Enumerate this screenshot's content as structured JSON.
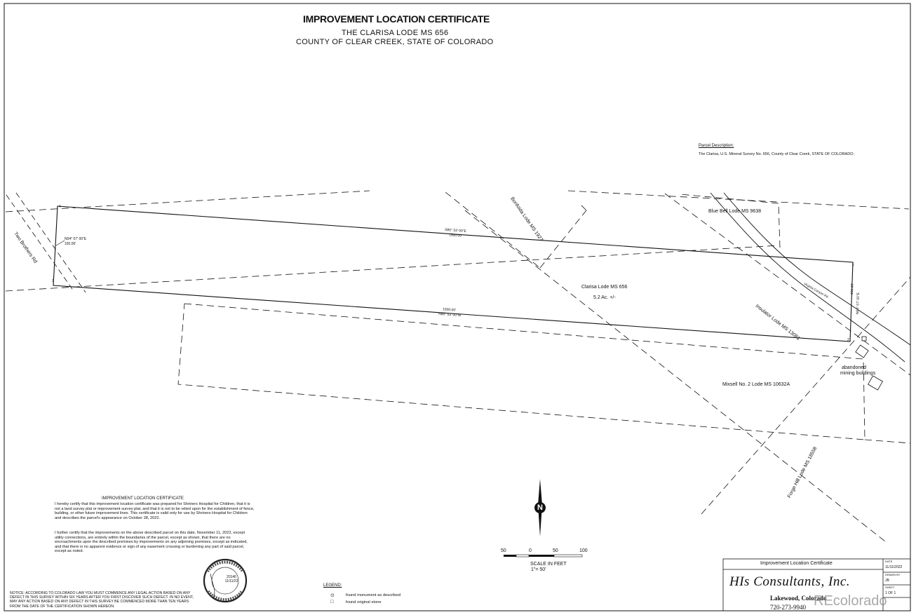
{
  "header": {
    "title": "IMPROVEMENT LOCATION CERTIFICATE",
    "subtitle_1": "THE CLARISA LODE MS 656",
    "subtitle_2": "COUNTY OF CLEAR CREEK, STATE OF COLORADO"
  },
  "parcel_description": {
    "heading": "Parcel Description:",
    "text": "The Clarisa, U.S. Mineral Survey No. 656, County of Clear Creek, STATE OF COLORADO."
  },
  "map_labels": {
    "two_brothers_rd": "Two Brothers Rd",
    "bearing_west_1": "N04° 07' 00\"E",
    "bearing_west_2": "150.00'",
    "bearing_north_1": "S85° 53' 00\"E",
    "bearing_north_2": "1500.00'",
    "bearing_south_1": "1500.00'",
    "bearing_south_2": "N85° 53' 00\"W",
    "bearing_east_1": "150.00'",
    "bearing_east_2": "N04° 07' 00\"E",
    "bonfoida_lode": "Bonfoida Lode MS 1927",
    "blue_bell_lode": "Blue Bell Lode MS 9638",
    "clarisa_lode": "Clarisa Lode MS 656",
    "clarisa_area": "5.2 Ac. +/-",
    "insulator_lode": "Insulator Lode MS 13081",
    "virginia_canyon_rd": "Virginia Canyon Rd.",
    "abandoned_1": "abandoned",
    "abandoned_2": "mining buildings",
    "mixsell_lode": "Mixsell No. 2 Lode MS 10632A",
    "forge_hill_lode": "Forge Hill Lode MS 18558",
    "corner_1": "1",
    "corner_2": "2",
    "corner_3": "3",
    "corner_4": "4"
  },
  "north_arrow": {
    "label": "N"
  },
  "scale": {
    "ticks": [
      "50",
      "0",
      "50",
      "100"
    ],
    "title": "SCALE IN FEET",
    "ratio": "1\"= 50'"
  },
  "certificate": {
    "heading": "IMPROVEMENT LOCATION CERTIFICATE",
    "paragraph_1": "I hereby certify that this improvement location certificate was prepared for Shriners Hospital for Children, that it is not a land survey plat or improvement survey plat, and that it is not to be relied upon for the establishment of fence, building, or other future improvement lines. This certificate is valid only for use by Shriners Hospital for Children and describes the parcel's appearance on October 28, 2022.",
    "paragraph_2": "I further certify that the improvements on the above described parcel on this date, November 11, 2022, except utility connections, are entirely within the boundaries of the parcel, except as shown, that there are no encroachments upon the described premises by improvements on any adjoining premises, except as indicated, and that there is no apparent evidence or sign of any easement crossing or burdening any part of said parcel, except as noted."
  },
  "seal": {
    "ring_text": "COLORADO REGISTERED",
    "number": "20140",
    "date": "11/11/22"
  },
  "notes": "NOTICE: ACCORDING TO COLORADO LAW YOU MUST COMMENCE ANY LEGAL ACTION BASED ON ANY DEFECT IN THIS SURVEY WITHIN SIX YEARS AFTER YOU FIRST DISCOVER SUCH DEFECT. IN NO EVENT, MAY ANY ACTION BASED ON ANY DEFECT IN THIS SURVEY BE COMMENCED MORE THAN TEN YEARS FROM THE DATE OF THE CERTIFICATION SHOWN HEREON.",
  "legend": {
    "heading": "LEGEND:",
    "items": [
      {
        "symbol": "⊙",
        "label": "found monument as described"
      },
      {
        "symbol": "□",
        "label": "found original stone"
      }
    ]
  },
  "title_block": {
    "heading": "Improvement Location Certificate",
    "company": "HIs Consultants, Inc.",
    "city": "Lakewood, Colorado",
    "phone": "720-273-9940",
    "date_label": "DATE",
    "date_value": "11/11/2022",
    "drawn_label": "DRAWN BY",
    "drawn_value": "JB",
    "sheet_label": "SHEET",
    "sheet_value": "1 OF 1"
  },
  "watermark": "REcolorado",
  "colors": {
    "lines": "#111111",
    "paper": "#ffffff",
    "watermark": "#8c8c8c"
  }
}
